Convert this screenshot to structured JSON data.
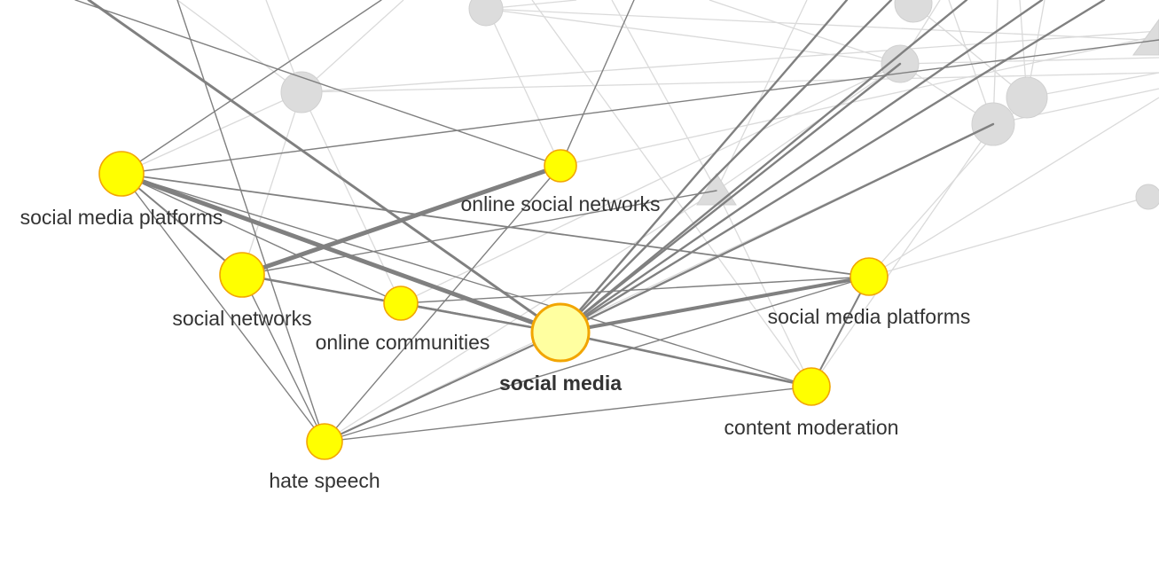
{
  "nodes": {
    "social_media": {
      "label": "social media"
    },
    "smp_left": {
      "label": "social media platforms"
    },
    "online_social_networks": {
      "label": "online social networks"
    },
    "social_networks": {
      "label": "social networks"
    },
    "online_communities": {
      "label": "online communities"
    },
    "smp_right": {
      "label": "social media platforms"
    },
    "content_moderation": {
      "label": "content moderation"
    },
    "hate_speech": {
      "label": "hate speech"
    }
  },
  "colors": {
    "highlight_fill": "#ffff00",
    "focus_fill": "#ffffa0",
    "node_border": "#f2a500",
    "strong_edge": "#808080",
    "faint_edge": "#dadada",
    "background_node": "#dcdcdc",
    "label_text": "#333333"
  }
}
